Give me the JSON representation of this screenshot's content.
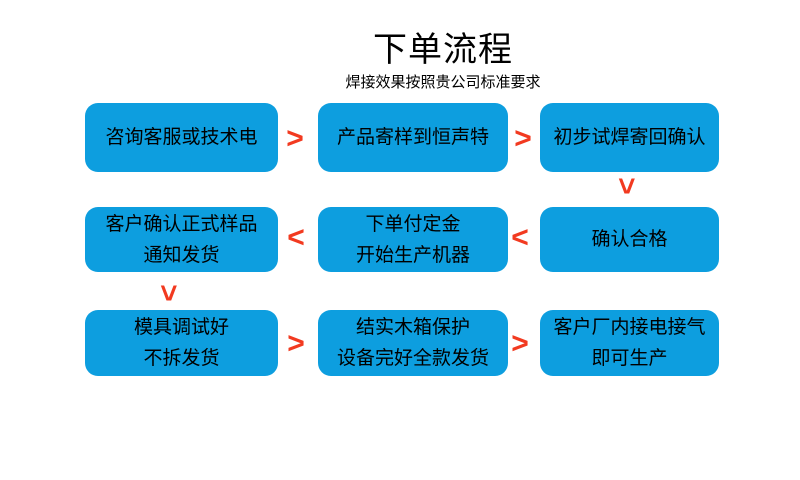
{
  "header": {
    "title": "下单流程",
    "subtitle": "焊接效果按照贵公司标准要求"
  },
  "colors": {
    "box_blue": "#0d9edf",
    "arrow_red": "#f23a20",
    "text_black": "#000000",
    "background": "#ffffff"
  },
  "flow": {
    "steps": [
      {
        "lines": [
          "咨询客服或技术电"
        ]
      },
      {
        "lines": [
          "产品寄样到恒声特"
        ]
      },
      {
        "lines": [
          "初步试焊寄回确认"
        ]
      },
      {
        "lines": [
          "确认合格"
        ]
      },
      {
        "lines": [
          "下单付定金",
          "开始生产机器"
        ]
      },
      {
        "lines": [
          "客户确认正式样品",
          "通知发货"
        ]
      },
      {
        "lines": [
          "模具调试好",
          "不拆发货"
        ]
      },
      {
        "lines": [
          "结实木箱保护",
          "设备完好全款发货"
        ]
      },
      {
        "lines": [
          "客户厂内接电接气",
          "即可生产"
        ]
      }
    ],
    "arrows": [
      {
        "glyph": ">",
        "direction": "right"
      },
      {
        "glyph": ">",
        "direction": "right"
      },
      {
        "glyph": ">",
        "direction": "down"
      },
      {
        "glyph": "<",
        "direction": "left"
      },
      {
        "glyph": "<",
        "direction": "left"
      },
      {
        "glyph": ">",
        "direction": "down"
      },
      {
        "glyph": ">",
        "direction": "right"
      },
      {
        "glyph": ">",
        "direction": "right"
      }
    ]
  }
}
